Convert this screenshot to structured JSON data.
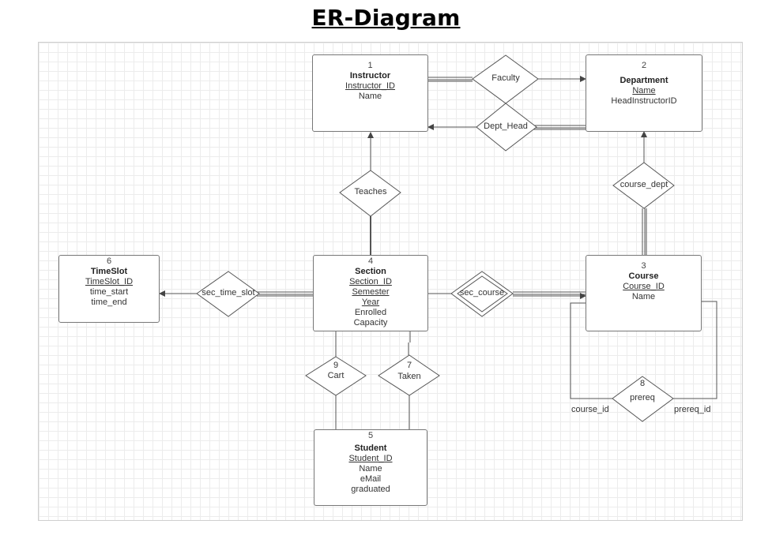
{
  "title": "ER-Diagram",
  "entities": {
    "instructor": {
      "number": "1",
      "name": "Instructor",
      "key": "Instructor_ID",
      "attrs": [
        "Name"
      ]
    },
    "department": {
      "number": "2",
      "name": "Department",
      "key": "Name",
      "attrs": [
        "HeadInstructorID"
      ]
    },
    "course": {
      "number": "3",
      "name": "Course",
      "key": "Course_ID",
      "attrs": [
        "Name"
      ]
    },
    "section": {
      "number": "4",
      "name": "Section",
      "keys": [
        "Section_ID",
        "Semester",
        "Year"
      ],
      "attrs": [
        "Enrolled",
        "Capacity"
      ]
    },
    "student": {
      "number": "5",
      "name": "Student",
      "key": "Student_ID",
      "attrs": [
        "Name",
        "eMail",
        "graduated"
      ]
    },
    "timeslot": {
      "number": "6",
      "name": "TimeSlot",
      "key": "TimeSlot_ID",
      "attrs": [
        "time_start",
        "time_end"
      ]
    }
  },
  "relationships": {
    "faculty": {
      "name": "Faculty"
    },
    "dept_head": {
      "name": "Dept_Head"
    },
    "teaches": {
      "name": "Teaches"
    },
    "course_dept": {
      "name": "course_dept"
    },
    "sec_time_slot": {
      "name": "sec_time_slot"
    },
    "sec_course": {
      "name": "sec_course"
    },
    "cart": {
      "number": "9",
      "name": "Cart"
    },
    "taken": {
      "number": "7",
      "name": "Taken"
    },
    "prereq": {
      "number": "8",
      "name": "prereq"
    }
  },
  "role_labels": {
    "course_id": "course_id",
    "prereq_id": "prereq_id"
  },
  "colors": {
    "line": "#555555",
    "border": "#777777",
    "grid": "#ececec"
  }
}
